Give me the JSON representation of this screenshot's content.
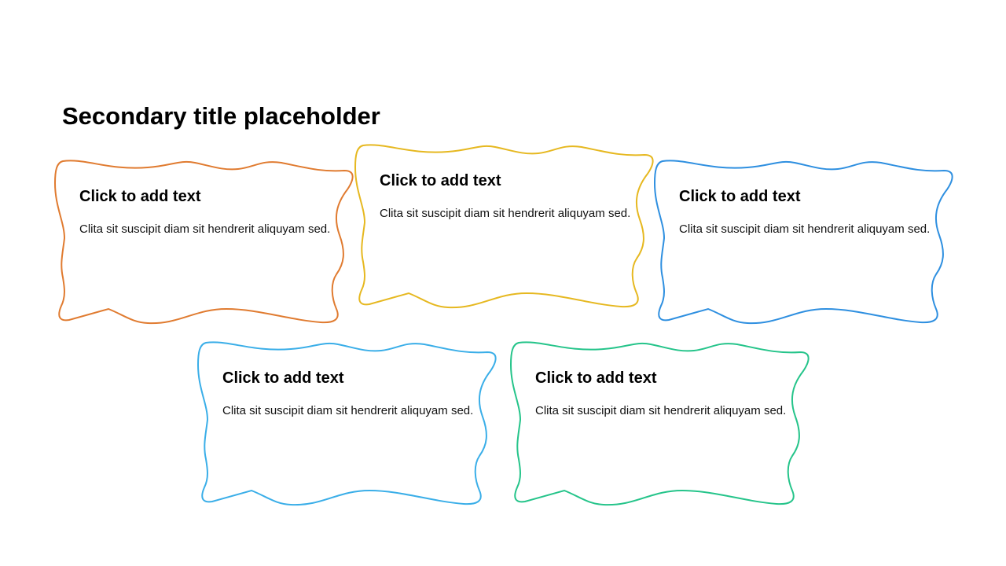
{
  "title": "Secondary title placeholder",
  "cards": [
    {
      "heading": "Click to add text",
      "body": "Clita sit suscipit diam sit hendrerit aliquyam sed.",
      "color": "#E07B30"
    },
    {
      "heading": "Click to add text",
      "body": "Clita sit suscipit diam sit hendrerit aliquyam sed.",
      "color": "#E6B820"
    },
    {
      "heading": "Click to add text",
      "body": "Clita sit suscipit diam sit hendrerit aliquyam sed.",
      "color": "#2E8FE0"
    },
    {
      "heading": "Click to add text",
      "body": "Clita sit suscipit diam sit hendrerit aliquyam sed.",
      "color": "#3AAEE8"
    },
    {
      "heading": "Click to add text",
      "body": "Clita sit suscipit diam sit hendrerit aliquyam sed.",
      "color": "#25C48A"
    }
  ]
}
